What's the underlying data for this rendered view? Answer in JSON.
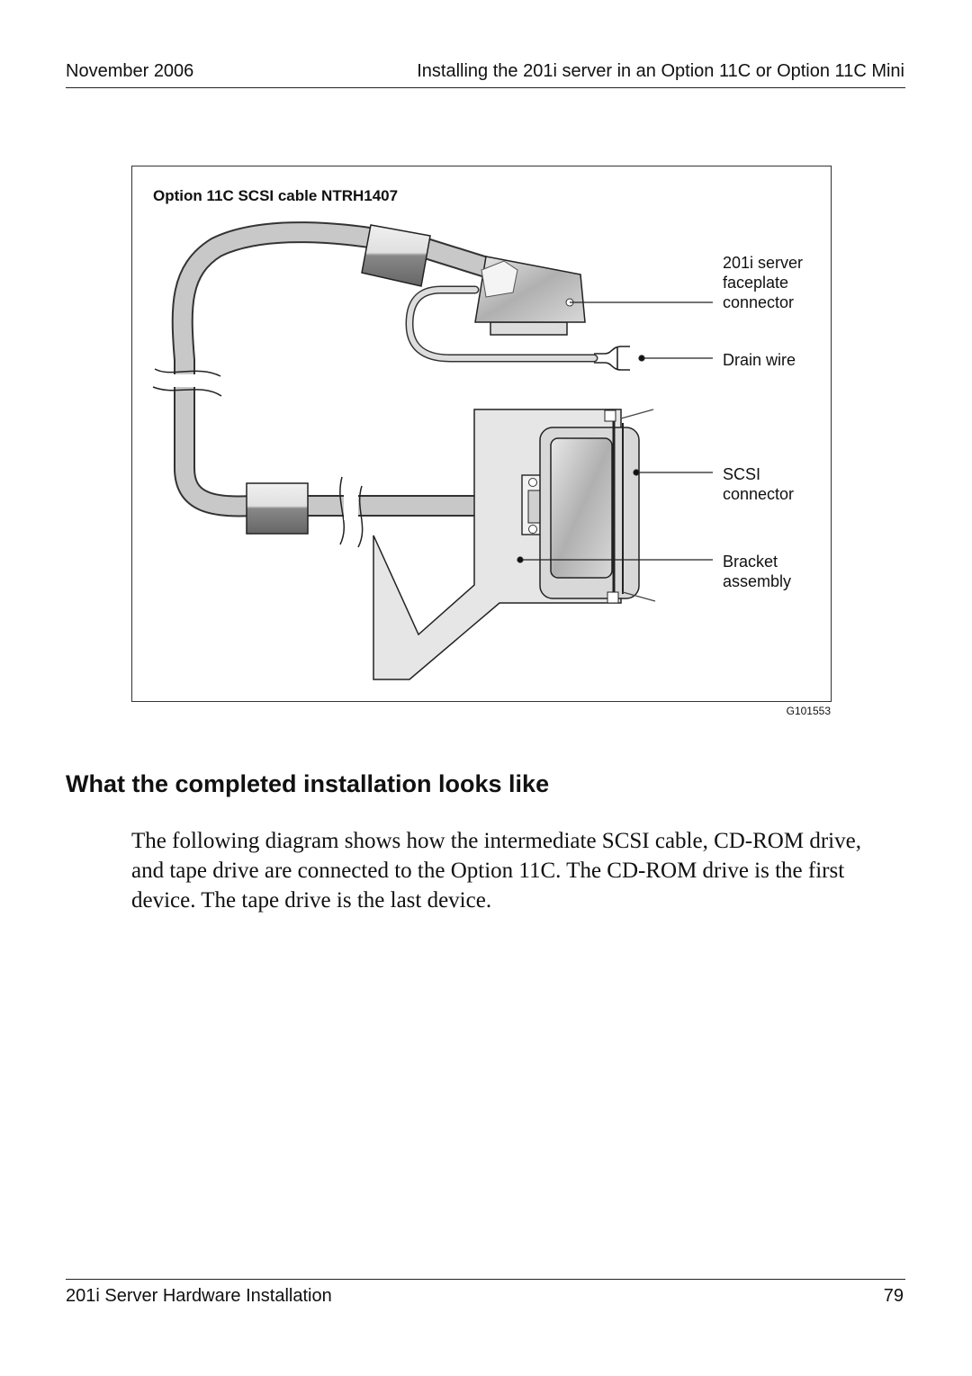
{
  "header": {
    "date": "November 2006",
    "chapter": "Installing the 201i server in an Option 11C or Option 11C Mini"
  },
  "figure": {
    "title": "Option 11C SCSI cable NTRH1407",
    "id": "G101553",
    "callouts": {
      "faceplate_connector": "201i server\nfaceplate\nconnector",
      "drain_wire": "Drain wire",
      "scsi_connector": "SCSI\nconnector",
      "bracket_assembly": "Bracket\nassembly"
    }
  },
  "section": {
    "heading": "What the completed installation looks like",
    "paragraph": "The following diagram shows how the intermediate SCSI cable, CD-ROM drive, and tape drive are connected to the Option 11C. The CD-ROM drive is the first device. The tape drive is the last device."
  },
  "footer": {
    "title": "201i Server Hardware Installation",
    "page": "79"
  }
}
